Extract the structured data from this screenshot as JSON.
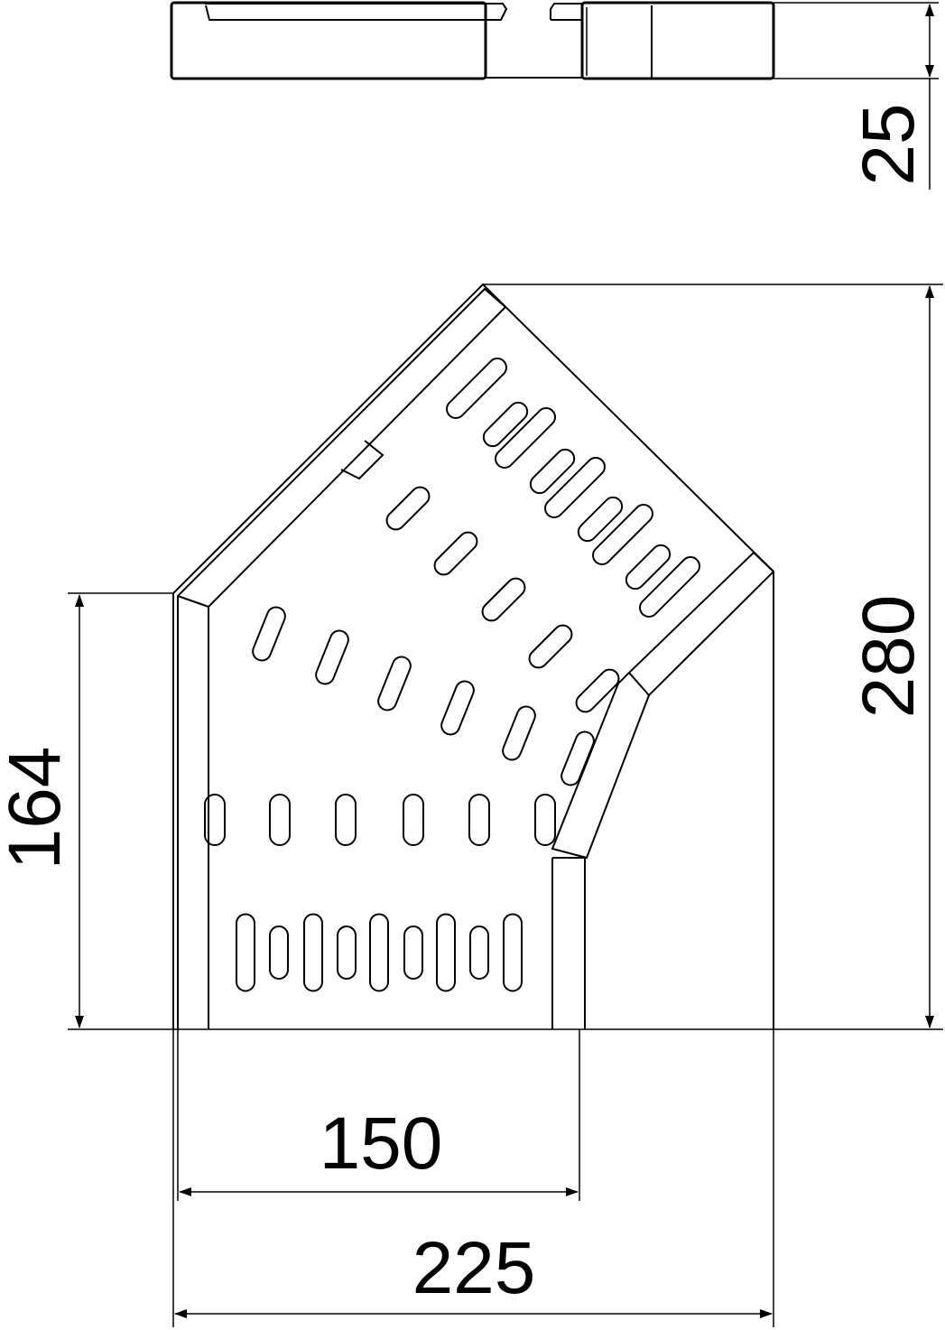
{
  "drawing": {
    "title": "45° cable tray bend - side view and plan view",
    "dimensions": {
      "height": "25",
      "overall_length": "280",
      "side_length": "164",
      "width_inner": "150",
      "width_overall": "225"
    },
    "line_color": "#000000",
    "background": "#ffffff"
  }
}
